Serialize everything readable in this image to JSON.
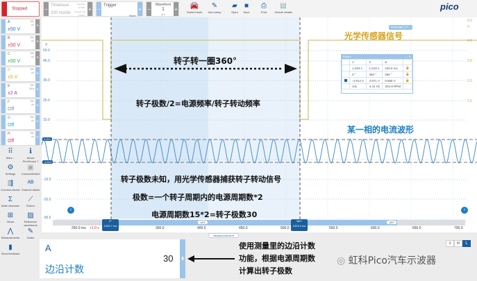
{
  "toolbar": {
    "status": "Stopped",
    "timebase_label": "Timebase",
    "timebase_value": "200 ms/div",
    "samples_label": "Samples",
    "samples_value": "10 MS",
    "sample_rate_label": "Sample rate",
    "sample_rate_value": "5 MS/s",
    "trigger_label": "Trigger",
    "trigger_mode": "None",
    "waveform_label": "Waveform",
    "waveform_num": "1",
    "waveform_of": "of 1",
    "tools": [
      {
        "label": "Guided tests",
        "icon": "car-icon"
      },
      {
        "label": "Auto setup",
        "icon": "wand-icon"
      },
      {
        "label": "Open",
        "icon": "folder-icon"
      },
      {
        "label": "Save",
        "icon": "save-icon"
      },
      {
        "label": "Print",
        "icon": "printer-icon"
      },
      {
        "label": "Vehicle details",
        "icon": "clipboard-icon"
      }
    ],
    "logo": "pico"
  },
  "channels": [
    {
      "name": "A",
      "range": "±50 V",
      "coupling": "DC",
      "probe": "x1",
      "color": "#1f6fbf"
    },
    {
      "name": "B",
      "range": "±50 V",
      "coupling": "DC",
      "probe": "x1",
      "color": "#e0313f"
    },
    {
      "name": "C",
      "range": "±50 V",
      "coupling": "DC",
      "probe": "x1",
      "color": "#2ea44f"
    },
    {
      "name": "D",
      "range": "±5 V",
      "coupling": "DC",
      "probe": "x1",
      "color": "#d9a520"
    },
    {
      "name": "E",
      "range": "±2 A",
      "coupling": "DC",
      "probe": "20 A",
      "color": "#8e44ad"
    },
    {
      "name": "F",
      "range": "Off",
      "coupling": "DC",
      "probe": "x1",
      "color": "#888888"
    },
    {
      "name": "G",
      "range": "Off",
      "coupling": "DC",
      "probe": "x1",
      "color": "#3399dd"
    },
    {
      "name": "H",
      "range": "Off",
      "coupling": "DC",
      "probe": "x1",
      "color": "#d6336c"
    }
  ],
  "sidebar": [
    {
      "label": "More...",
      "icon": "grid-icon"
    },
    {
      "label": "About PicoScope 7",
      "icon": "info-icon"
    },
    {
      "label": "Settings",
      "icon": "gear-icon"
    },
    {
      "label": "ConnectDetect",
      "icon": "connect-detect-icon"
    },
    {
      "label": "Connect device",
      "icon": "usb-icon"
    },
    {
      "label": "Channel labels",
      "icon": "abcd-icon"
    },
    {
      "label": "Math channels",
      "icon": "sigma-icon"
    },
    {
      "label": "Rulers",
      "icon": "ruler-icon"
    },
    {
      "label": "Views",
      "icon": "views-icon"
    },
    {
      "label": "Reference waveforms",
      "icon": "reference-icon"
    },
    {
      "label": "Measurements",
      "icon": "caliper-icon"
    },
    {
      "label": "Notes",
      "icon": "notes-icon"
    },
    {
      "label": "Send feedback",
      "icon": "feedback-icon"
    }
  ],
  "plot": {
    "left_unit": "V",
    "left_ticks": [
      "50.0",
      "45.0",
      "35.0",
      "25.0",
      "15.0",
      "-15.0",
      "-25.0",
      "-35.0"
    ],
    "right_unit": "V",
    "right_ticks": [
      "5.0",
      "4.0",
      "3.0",
      "2.0",
      "1.0"
    ],
    "marker_high": "4.971",
    "marker_low": "-4.914",
    "x_ticks": [
      "250.0 ms",
      "350.0",
      "400.0",
      "450.0",
      "500.0",
      "550.0",
      "600.0",
      "650.0",
      "700.0"
    ],
    "x_offset": "+1.0 s",
    "cursor1_angle": "0°",
    "cursor1_time": "1292.7 ms",
    "cursor2_angle": "360°",
    "cursor2_time": "1519.2 ms",
    "mid_angle": "180°",
    "colors": {
      "channel_a": "#4a90d0",
      "channel_d": "#d9c27a"
    }
  },
  "zoom_widget": {
    "label": "Zoom"
  },
  "rulers": {
    "title": "Rulers",
    "headers": [
      "1",
      "2",
      "Δ"
    ],
    "rows": [
      [
        "1.293 s",
        "1.519 s",
        "226.6 ms"
      ],
      [
        "0 °",
        "360 °",
        "360 °"
      ],
      [
        "-4.914 V",
        "4.971 V",
        "9.885 V"
      ]
    ],
    "footer": [
      "1/Δ",
      "4.41 Hz",
      "264.8 RPM"
    ]
  },
  "measurements_tab": "Measurements",
  "measurement": {
    "channel": "A",
    "value": "30",
    "name": "边沿计数"
  },
  "size_buttons": [
    "S",
    "M",
    "L"
  ],
  "annotations": {
    "optical": "光学传感器信号",
    "rotation": "转子转一圈360°",
    "formula1": "转子极数/2=电源频率/转子转动频率",
    "current": "某一相的电流波形",
    "line1": "转子极数未知，用光学传感器捕获转子转动信号",
    "line2": "极数=一个转子周期内的电源周期数*2",
    "line3": "电源周期数15*2=转子极数30",
    "edge_note": [
      "使用测量里的边沿计数",
      "功能，根据电源周期数",
      "计算出转子极数"
    ],
    "watermark": "虹科Pico汽车示波器"
  }
}
